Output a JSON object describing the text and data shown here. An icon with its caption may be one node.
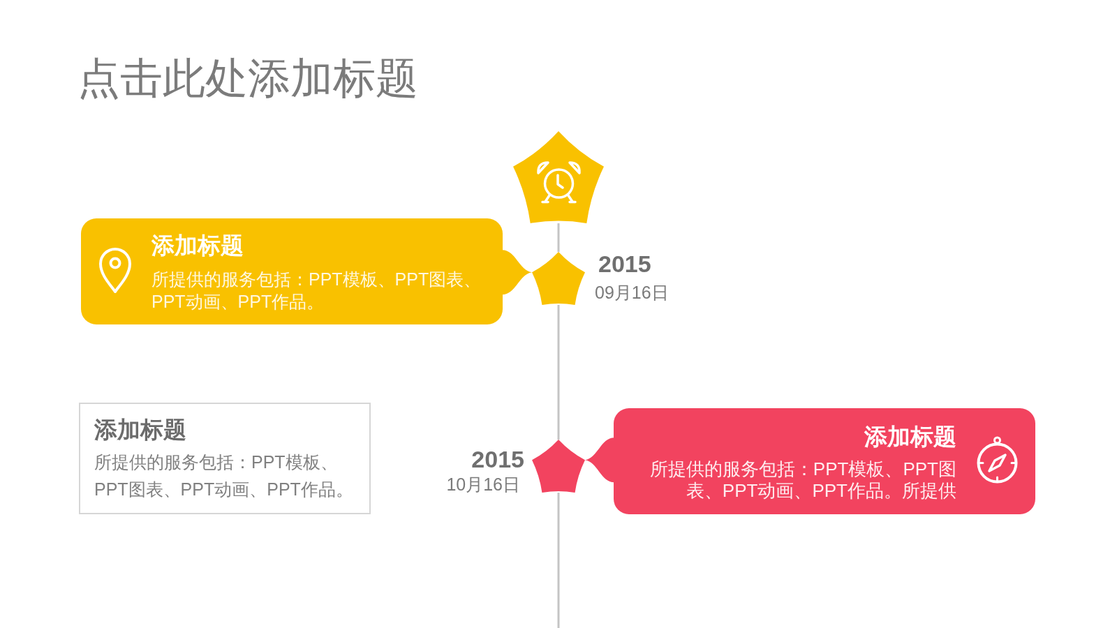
{
  "diagram": {
    "title": "点击此处添加标题",
    "nodes": [
      {
        "text": [],
        "shape": "pentagon"
      },
      {
        "text": [
          "添加标题",
          "所提供的服务包括：PPT模板、PPT图表、PPT动画、PPT作品。"
        ]
      },
      {
        "text": [],
        "shape": "pentagon",
        "beside": [
          "2015",
          "09月16日"
        ]
      },
      {
        "text": [
          "添加标题",
          "所提供的服务包括：PPT模板、PPT图表、PPT动画、PPT作品。"
        ]
      },
      {
        "text": [],
        "shape": "pentagon",
        "beside": [
          "2015",
          "10月16日"
        ]
      },
      {
        "text": [
          "添加标题",
          "所提供的服务包括：PPT模板、PPT图表、PPT动画、PPT作品。所提供"
        ]
      }
    ],
    "edges": [
      {
        "from": 0,
        "to": 2,
        "arrow": "none"
      },
      {
        "from": 1,
        "to": 2,
        "arrow": "to",
        "style": "thick",
        "color": "#f9c100"
      },
      {
        "from": 2,
        "to": 4,
        "arrow": "none"
      },
      {
        "from": 5,
        "to": 4,
        "arrow": "to",
        "style": "thick",
        "color": "#f2435f"
      },
      {
        "from": 4,
        "to": null,
        "arrow": "none"
      }
    ]
  }
}
